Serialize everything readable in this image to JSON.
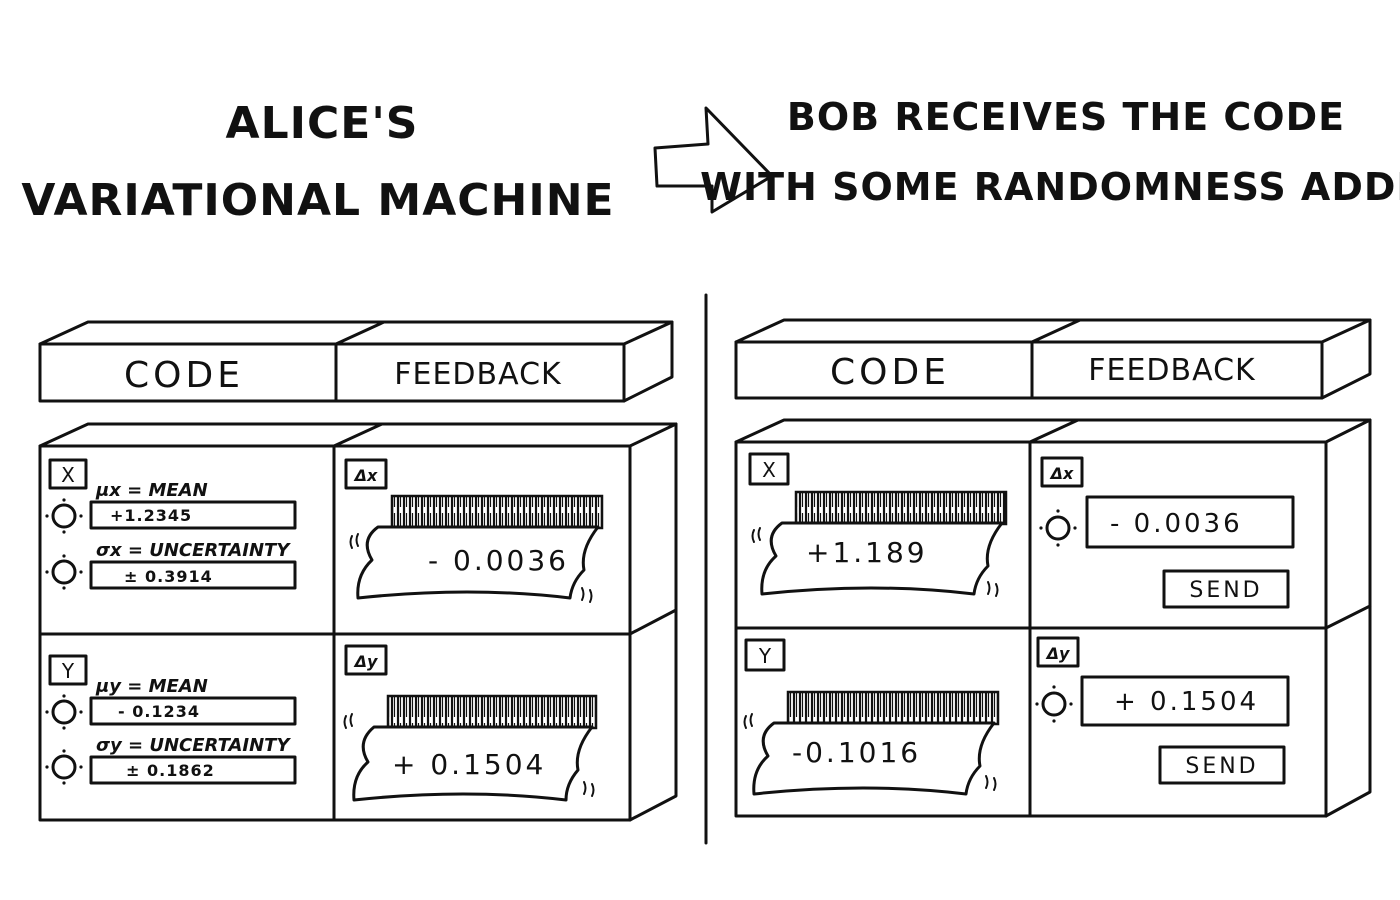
{
  "left_title": {
    "line1": "ALICE'S",
    "line2": "VARIATIONAL MACHINE"
  },
  "right_title": {
    "line1": "BOB RECEIVES THE CODE",
    "line2": "WITH SOME RANDOMNESS ADDED"
  },
  "alice": {
    "code_header": "CODE",
    "feedback_header": "FEEDBACK",
    "x": {
      "tag": "X",
      "mean_label": "μx = MEAN",
      "mean_value": "+1.2345",
      "unc_label": "σx = UNCERTAINTY",
      "unc_value": "± 0.3914",
      "feedback_tag": "Δx",
      "feedback_value": "- 0.0036"
    },
    "y": {
      "tag": "Y",
      "mean_label": "μy = MEAN",
      "mean_value": "- 0.1234",
      "unc_label": "σy = UNCERTAINTY",
      "unc_value": "± 0.1862",
      "feedback_tag": "Δy",
      "feedback_value": "+ 0.1504"
    }
  },
  "bob": {
    "code_header": "CODE",
    "feedback_header": "FEEDBACK",
    "x": {
      "tag": "X",
      "code_value": "+1.189",
      "feedback_tag": "Δx",
      "feedback_value": "- 0.0036",
      "send_label": "SEND"
    },
    "y": {
      "tag": "Y",
      "code_value": "-0.1016",
      "feedback_tag": "Δy",
      "feedback_value": "+ 0.1504",
      "send_label": "SEND"
    }
  }
}
